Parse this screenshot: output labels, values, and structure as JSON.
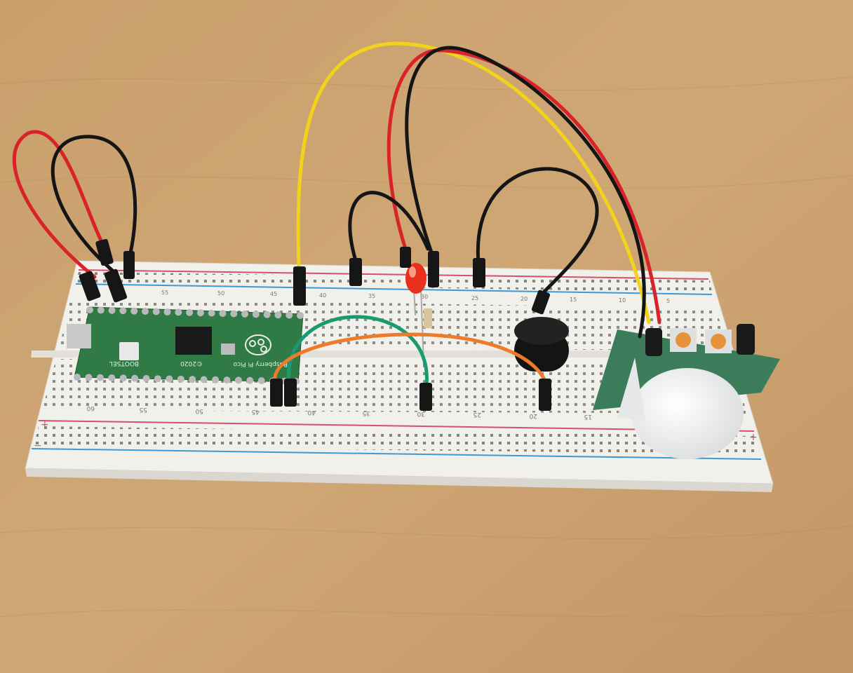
{
  "scene": {
    "description_free": true,
    "board_labels": {
      "brand": "Raspberry Pi Pico",
      "year": "©2020",
      "button": "BOOTSEL"
    },
    "breadboard": {
      "bottom_numbers": [
        "60",
        "55",
        "50",
        "45",
        "40",
        "35",
        "30",
        "25",
        "20",
        "15"
      ],
      "top_numbers": [
        "55",
        "50",
        "45",
        "40",
        "35",
        "30",
        "25",
        "20",
        "15",
        "10",
        "5"
      ],
      "rail_plus": "+",
      "rail_minus": "−"
    },
    "colors": {
      "wood": "#c79f6e",
      "breadboard": "#f1f0ea",
      "pcb": "#2f7a45",
      "red_wire": "#d8232a",
      "black_wire": "#151515",
      "yellow_wire": "#f2d21b",
      "green_wire": "#1a9a73",
      "orange_wire": "#ee7a2a",
      "rail_red": "#d8506a",
      "rail_blue": "#3a9bd8"
    }
  }
}
